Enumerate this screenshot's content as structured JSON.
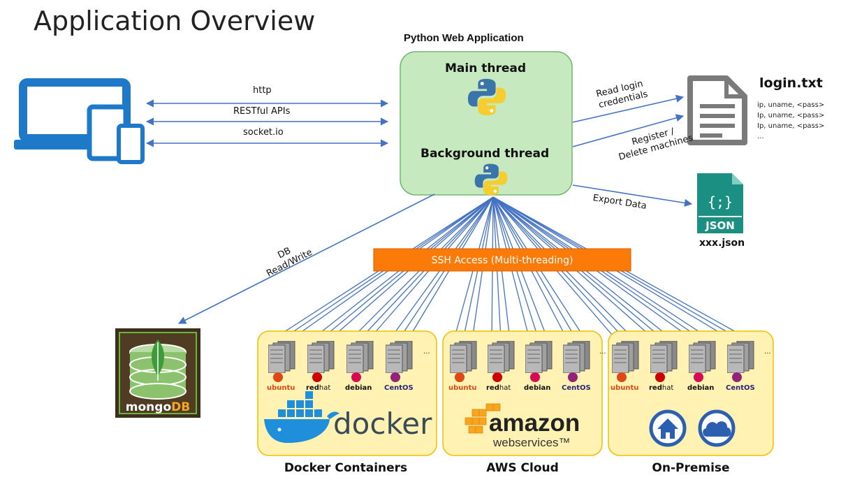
{
  "page_title": "Application Overview",
  "app": {
    "title": "Python Web Application",
    "main_thread": "Main thread",
    "background_thread": "Background thread"
  },
  "connections": {
    "http": "http",
    "rest": "RESTful APIs",
    "socket": "socket.io",
    "read_login_1": "Read login",
    "read_login_2": "credentials",
    "register_1": "Register /",
    "register_2": "Delete machines",
    "export": "Export Data",
    "db_1": "DB",
    "db_2": "Read/Write"
  },
  "login_file": {
    "name": "login.txt",
    "lines": [
      "ip, uname, <pass>",
      "Ip, uname, <pass>",
      "Ip, uname, <pass>",
      "..."
    ]
  },
  "json_file": {
    "badge": "JSON",
    "glyph": "{;}",
    "name": "xxx.json"
  },
  "ssh_bar": "SSH Access (Multi-threading)",
  "database": {
    "name_part1": "mongo",
    "name_part2": "DB"
  },
  "os_labels": {
    "ubuntu": "ubuntu",
    "red": "red",
    "hat": "hat",
    "debian": "debian",
    "centos": "CentOS",
    "ellipsis": "..."
  },
  "groups": [
    {
      "label": "Docker Containers",
      "brand": "docker"
    },
    {
      "label": "AWS Cloud",
      "brand_main": "amazon",
      "brand_sub": "webservices™"
    },
    {
      "label": "On-Premise"
    }
  ],
  "colors": {
    "arrow": "#4472c4",
    "app_box": "#c6e9c0",
    "ssh_bar": "#fb7a08",
    "group_bg": "#fff2b3",
    "group_border": "#f0c000",
    "device_blue": "#1e7ac8",
    "json_teal": "#1a8f82"
  }
}
